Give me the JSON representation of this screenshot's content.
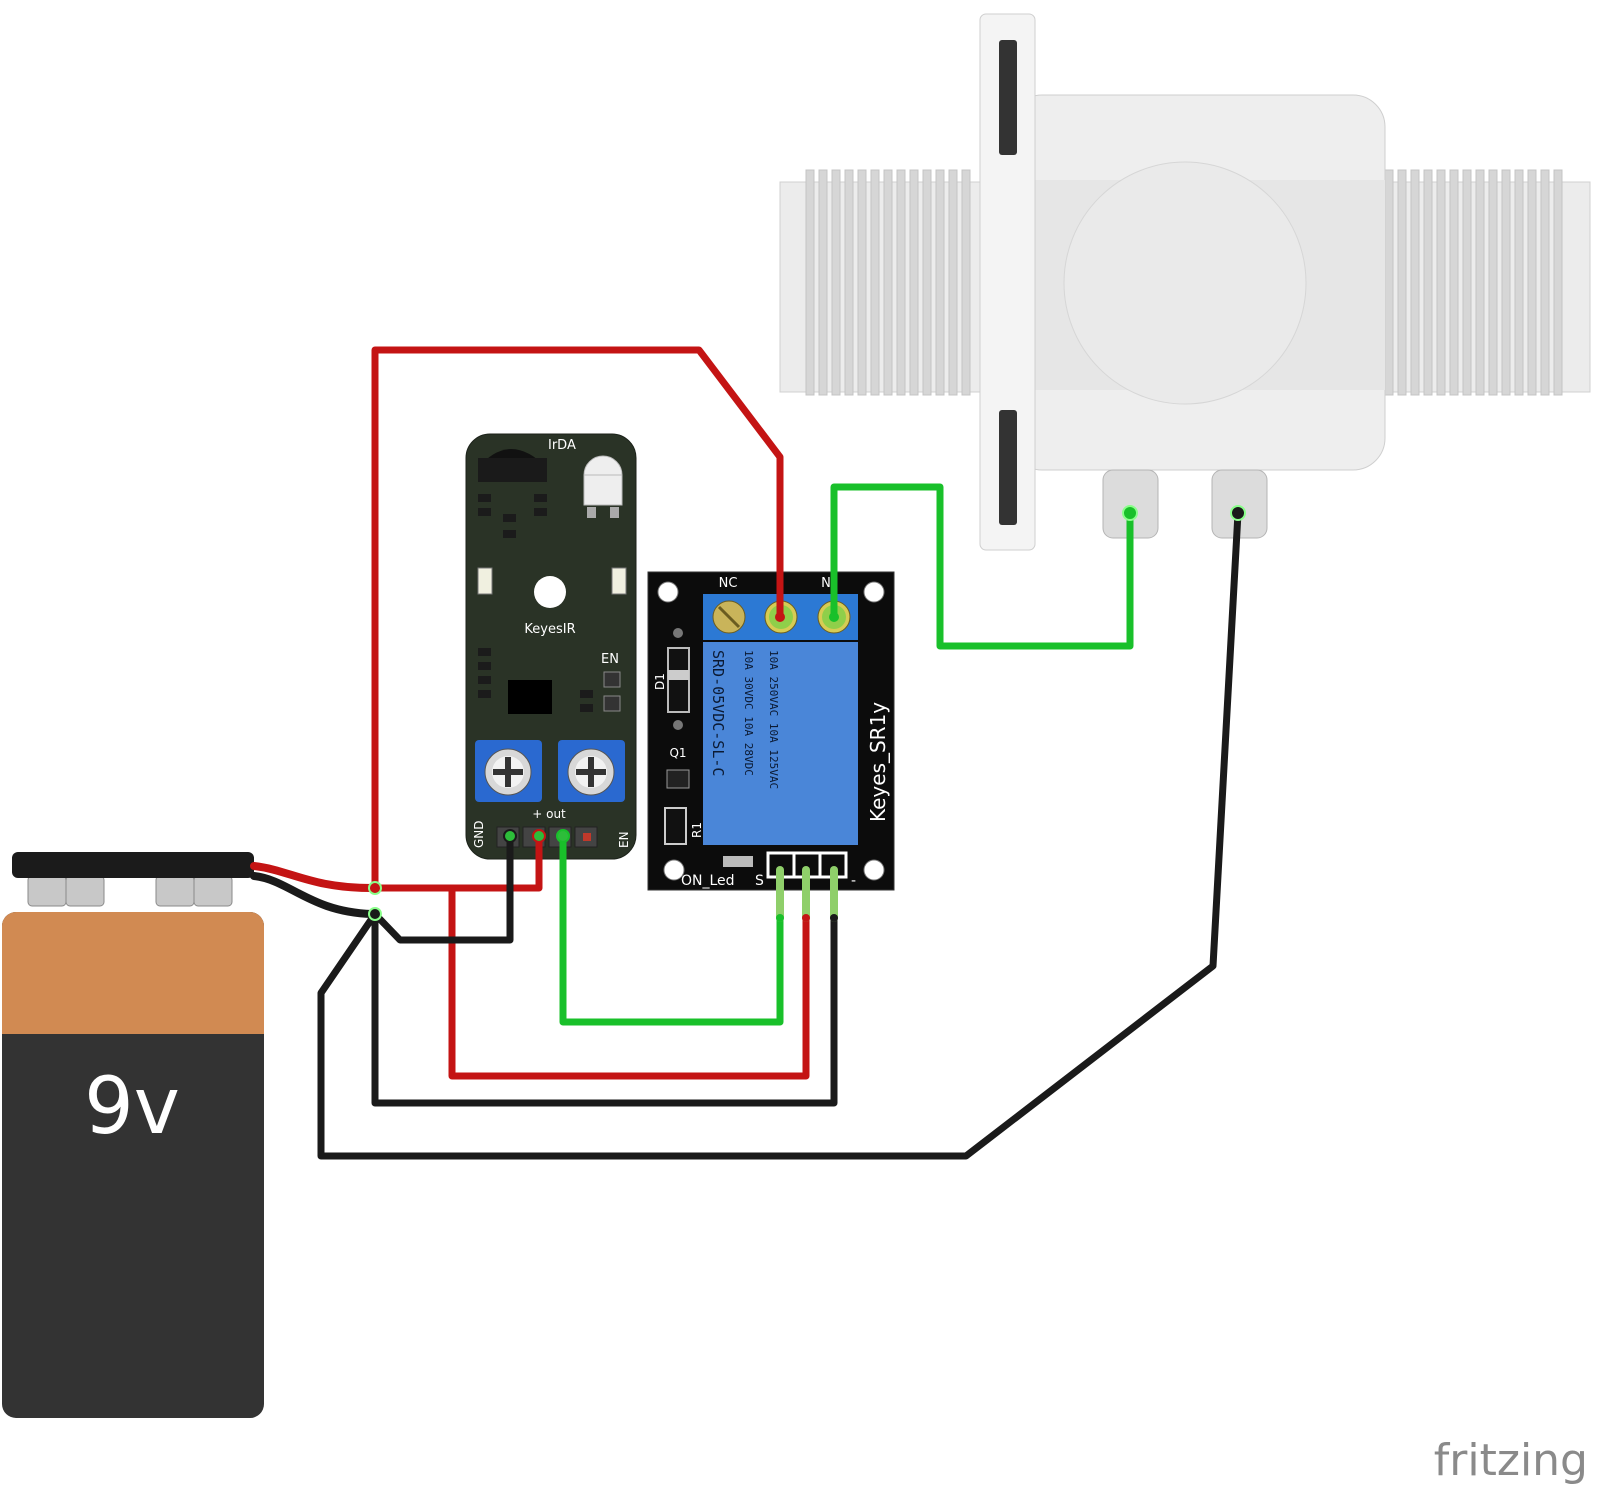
{
  "battery": {
    "label": "9v"
  },
  "ir_sensor": {
    "top_label": "IrDA",
    "name_label": "KeyesIR",
    "en_label": "EN",
    "gnd_label": "GND",
    "pins_label": "+ out",
    "en_pin_label": "EN"
  },
  "relay": {
    "nc_label": "NC",
    "no_label": "N",
    "model_label": "SRD-05VDC-SL-C",
    "rating_line1": "10A 250VAC  10A 125VAC",
    "rating_line2": "10A  30VDC  10A  28VDC",
    "board_label": "Keyes_SR1y",
    "d1_label": "D1",
    "q1_label": "Q1",
    "r1_label": "R1",
    "led_label": "ON_Led",
    "s_label": "S",
    "minus_label": "-"
  },
  "watermark": "fritzing",
  "colors": {
    "wire_red": "#c41414",
    "wire_black": "#1a1a1a",
    "wire_green": "#19c02a",
    "pcb_green": "#2a3326",
    "relay_blue": "#4a86d8",
    "battery_orange": "#d18a52",
    "battery_body": "#333333"
  }
}
